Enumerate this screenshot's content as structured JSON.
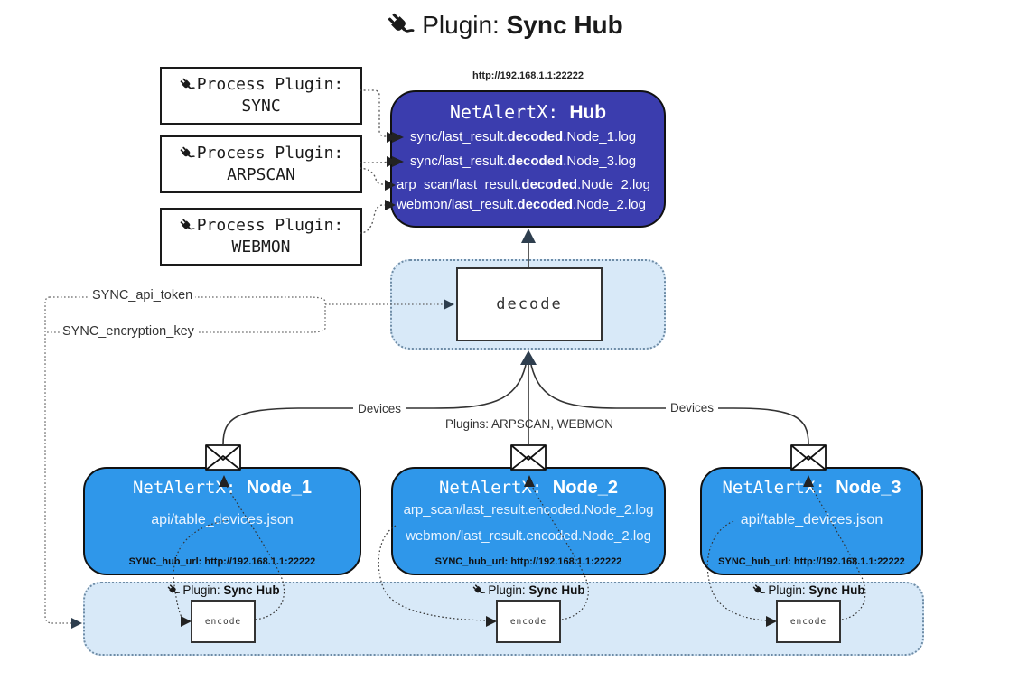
{
  "title": {
    "prefix": "Plugin: ",
    "bold": "Sync Hub"
  },
  "process_plugins": [
    {
      "label": "Process Plugin:",
      "name": "SYNC"
    },
    {
      "label": "Process Plugin:",
      "name": "ARPSCAN"
    },
    {
      "label": "Process Plugin:",
      "name": "WEBMON"
    }
  ],
  "hub": {
    "url": "http://192.168.1.1:22222",
    "title_label": "NetAlertX: ",
    "title_name": "Hub",
    "lines": [
      {
        "pre": "sync/last_result.",
        "bold": "decoded",
        "post": ".Node_1.log"
      },
      {
        "pre": "sync/last_result.",
        "bold": "decoded",
        "post": ".Node_3.log"
      },
      {
        "pre": "arp_scan/last_result.",
        "bold": "decoded",
        "post": ".Node_2.log"
      },
      {
        "pre": "webmon/last_result.",
        "bold": "decoded",
        "post": ".Node_2.log"
      }
    ]
  },
  "decode_box": {
    "label": "decode"
  },
  "settings": {
    "api_token": "SYNC_api_token",
    "encryption_key": "SYNC_encryption_key"
  },
  "edge_labels": {
    "devices_left": "Devices",
    "plugins_mid": "Plugins: ARPSCAN, WEBMON",
    "devices_right": "Devices"
  },
  "nodes": [
    {
      "title_label": "NetAlertX: ",
      "title_name": "Node_1",
      "lines": [
        "api/table_devices.json"
      ],
      "hub_url": "SYNC_hub_url: http://192.168.1.1:22222"
    },
    {
      "title_label": "NetAlertX: ",
      "title_name": "Node_2",
      "lines": [
        "arp_scan/last_result.encoded.Node_2.log",
        "webmon/last_result.encoded.Node_2.log"
      ],
      "hub_url": "SYNC_hub_url: http://192.168.1.1:22222"
    },
    {
      "title_label": "NetAlertX: ",
      "title_name": "Node_3",
      "lines": [
        "api/table_devices.json"
      ],
      "hub_url": "SYNC_hub_url: http://192.168.1.1:22222"
    }
  ],
  "encode_sections": [
    {
      "prefix": "Plugin: ",
      "bold": "Sync Hub",
      "box": "encode"
    },
    {
      "prefix": "Plugin: ",
      "bold": "Sync Hub",
      "box": "encode"
    },
    {
      "prefix": "Plugin: ",
      "bold": "Sync Hub",
      "box": "encode"
    }
  ],
  "colors": {
    "hub": "#3b3dae",
    "node": "#2f97ea",
    "panel": "#d8e9f8",
    "panel_border": "#6e8ca6",
    "arrow": "#2e3e4e"
  }
}
